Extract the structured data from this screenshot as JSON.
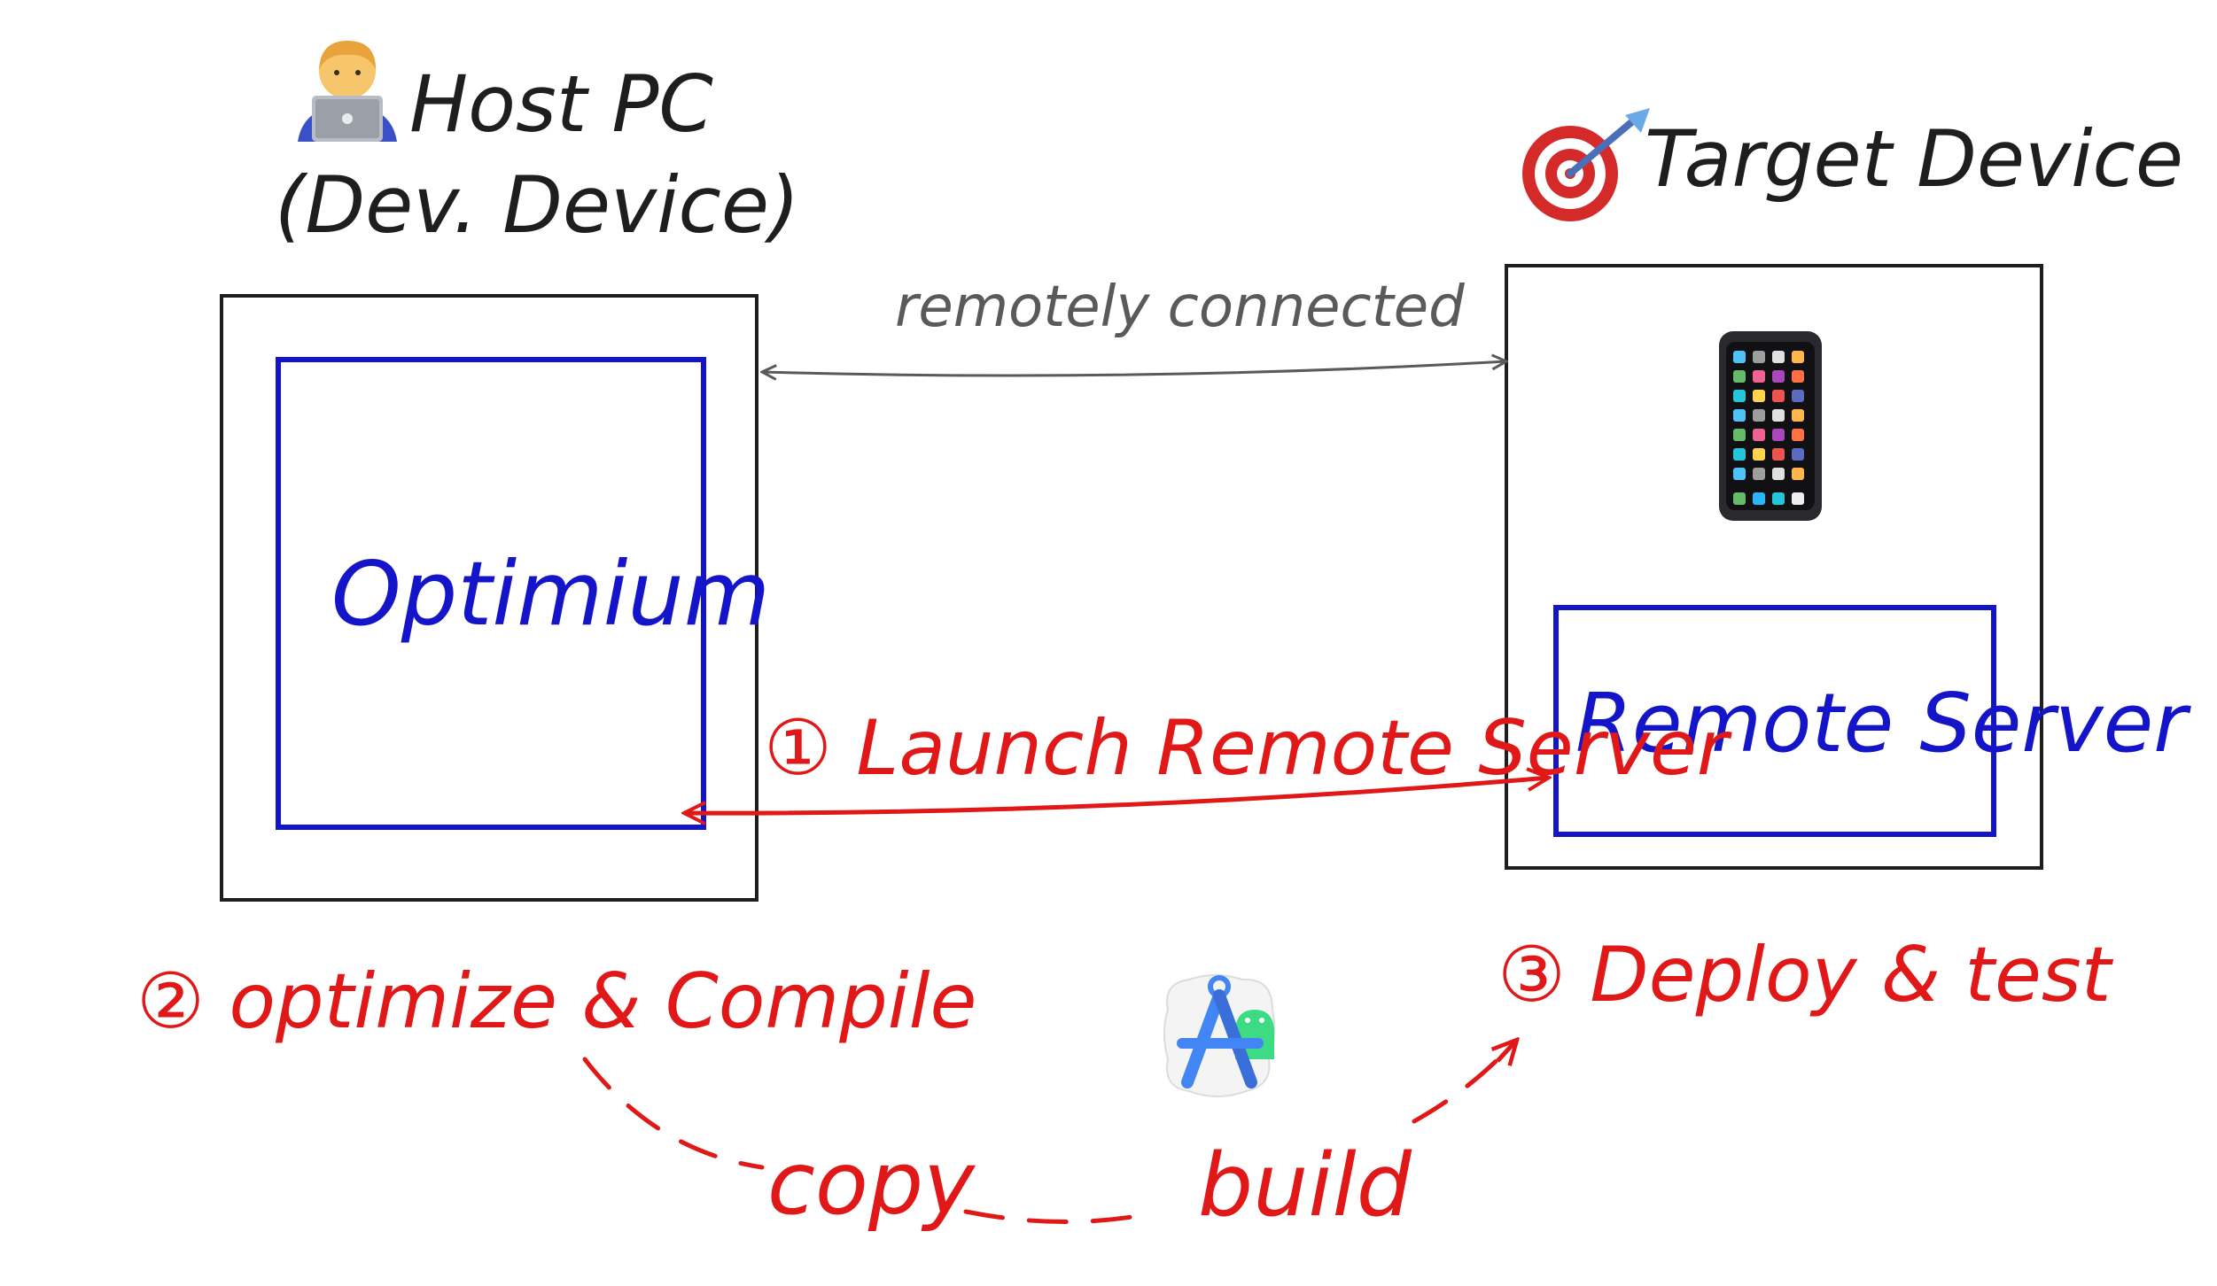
{
  "colors": {
    "black": "#1e1e1e",
    "gray": "#5a5a5a",
    "blue": "#1414c8",
    "red": "#e01818"
  },
  "host": {
    "icon": "technologist-laptop-icon",
    "title_line1": "Host PC",
    "title_line2": "(Dev. Device)",
    "inner_label": "Optimium"
  },
  "target": {
    "icon": "target-dart-icon",
    "title": "Target Device",
    "device_icon": "smartphone-icon",
    "inner_label": "Remote Server"
  },
  "connection": {
    "label": "remotely connected"
  },
  "steps": {
    "launch": "① Launch Remote Server",
    "optimize": "② optimize & Compile",
    "deploy": "③ Deploy & test",
    "copy": "copy",
    "build": "build",
    "build_icon": "android-studio-icon"
  }
}
